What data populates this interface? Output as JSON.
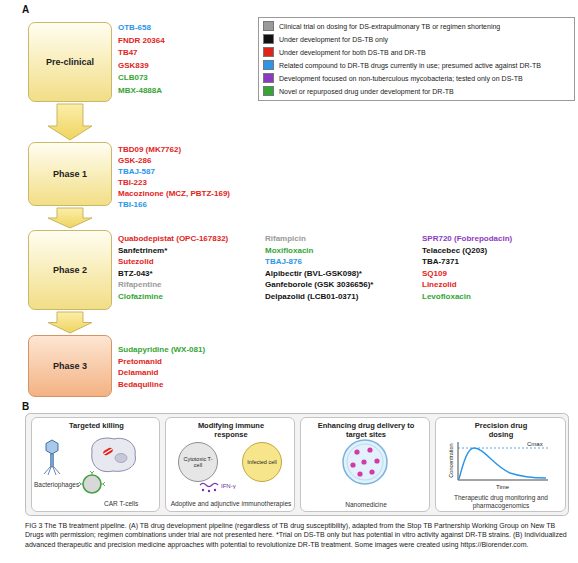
{
  "diagram": {
    "caption": "FIG 3 The TB treatment pipeline. (A) TB drug development pipeline (regardless of TB drug susceptibility), adapted from the Stop TB Partnership Working Group on New TB Drugs with permission; regimen combinations under trial are not presented here. *Trial on DS-TB only but has potential in vitro activity against DR-TB strains. (B) Individualized advanced therapeutic and precision medicine approaches with potential to revolutionize DR-TB treatment. Some images were created using https://Biorender.com.",
    "nodes": [
      {
        "text": [
          "Pre-clinical"
        ]
      },
      {
        "text": [
          "Phase 1"
        ]
      },
      {
        "text": [
          "Phase 2"
        ]
      },
      {
        "text": [
          "Phase 3"
        ]
      },
      {
        "text": [
          "Targeted killing",
          "Bacteriophages",
          "CAR T-cells"
        ]
      },
      {
        "text": [
          "Modifying immune response",
          "Adoptive and adjunctive immunotherapies"
        ]
      },
      {
        "text": [
          "Cytotoxic T-cell"
        ],
        "in": 5
      },
      {
        "text": [
          "Infected cell"
        ],
        "in": 5
      },
      {
        "text": [
          "Enhancing drug delivery to target sites",
          "Nanomedicine"
        ]
      },
      {
        "text": [
          "Precision drug dosing",
          "Therapeutic drug monitoring and pharmacogenomics"
        ]
      }
    ],
    "edges": [
      {
        "from": 0,
        "to": 1,
        "arrow": "to"
      },
      {
        "from": 1,
        "to": 2,
        "arrow": "to"
      },
      {
        "from": 2,
        "to": 3,
        "arrow": "to"
      }
    ],
    "labels": [
      "A",
      "OTB-658",
      "FNDR 20364",
      "TB47",
      "GSK839",
      "CLB073",
      "MBX-4888A",
      "TBD09 (MK7762)",
      "GSK-286",
      "TBAJ-587",
      "TBI-223",
      "Macozinone (MCZ, PBTZ-169)",
      "TBI-166",
      "Quabodepistat (OPC-167832)",
      "Sanfetrinem*",
      "Sutezolid",
      "BTZ-043*",
      "Rifapentine",
      "Clofazimine",
      "Rifampicin",
      "Moxifloxacin",
      "TBAJ-876",
      "Alpibectir (BVL-GSK098)*",
      "Ganfeborole (GSK 3036656)*",
      "Delpazolid (LCB01-0371)",
      "SPR720 (Fobrepodacin)",
      "Telacebec (Q203)",
      "TBA-7371",
      "SQ109",
      "Linezolid",
      "Levofloxacin",
      "Sudapyridine (WX-081)",
      "Pretomanid",
      "Delamanid",
      "Bedaquiline",
      "B",
      "IFN-γ",
      "Cmax",
      "Concentration",
      "Time"
    ],
    "legend": [
      {
        "text": "Clinical trial on dosing for DS-extrapulmonary TB or regimen shortening",
        "color": "#9a9a9a"
      },
      {
        "text": "Under development for DS-TB only",
        "color": "#111111"
      },
      {
        "text": "Under development for both DS-TB and DR-TB",
        "color": "#e2231a"
      },
      {
        "text": "Related compound to DR-TB drugs currently in use; presumed active against DR-TB",
        "color": "#2b95e9"
      },
      {
        "text": "Development focused on non-tuberculous mycobacteria; tested only on DS-TB",
        "color": "#8b3bbf"
      },
      {
        "text": "Novel or repurposed drug under development for DR-TB",
        "color": "#35a534"
      }
    ]
  }
}
